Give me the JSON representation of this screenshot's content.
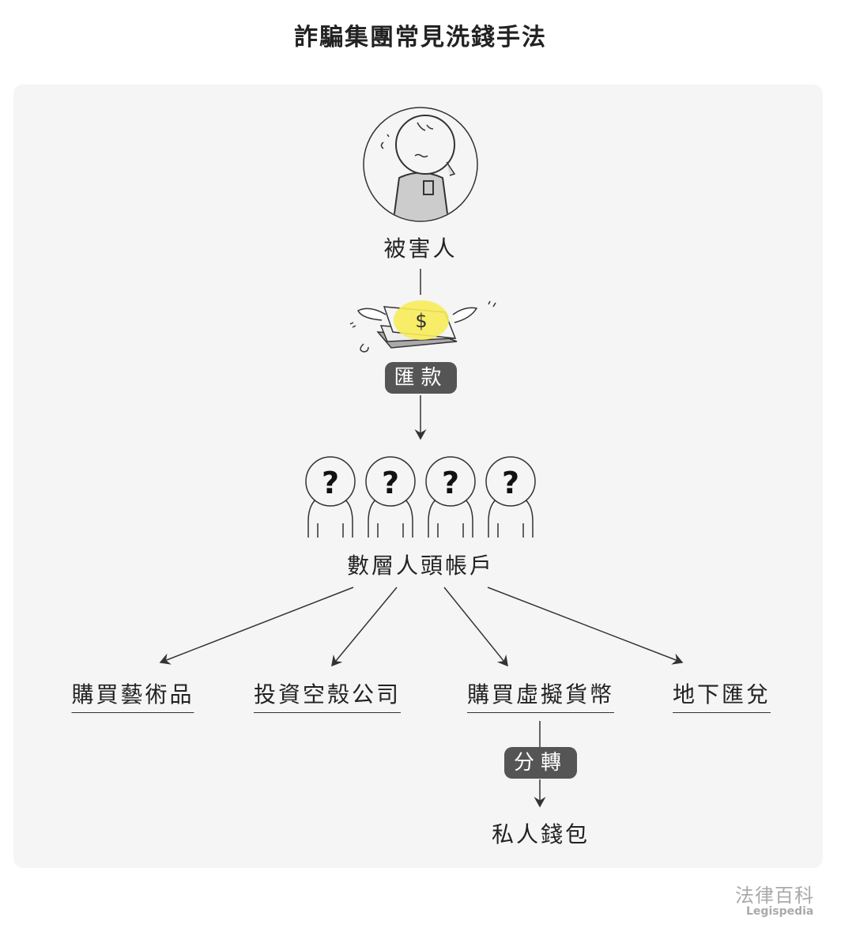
{
  "title": "詐騙集團常見洗錢手法",
  "victim": {
    "label": "被害人"
  },
  "transfer_badge": "匯款",
  "mule_accounts": {
    "label": "數層人頭帳戶",
    "heads": [
      "?",
      "?",
      "?",
      "?"
    ]
  },
  "methods": [
    "購買藝術品",
    "投資空殼公司",
    "購買虛擬貨幣",
    "地下匯兌"
  ],
  "split_badge": "分轉",
  "final": "私人錢包",
  "watermark": {
    "name": "法律百科",
    "sub": "Legispedia"
  },
  "colors": {
    "panel": "#f5f5f5",
    "badge": "#555555",
    "highlight": "#f7ec5a"
  }
}
